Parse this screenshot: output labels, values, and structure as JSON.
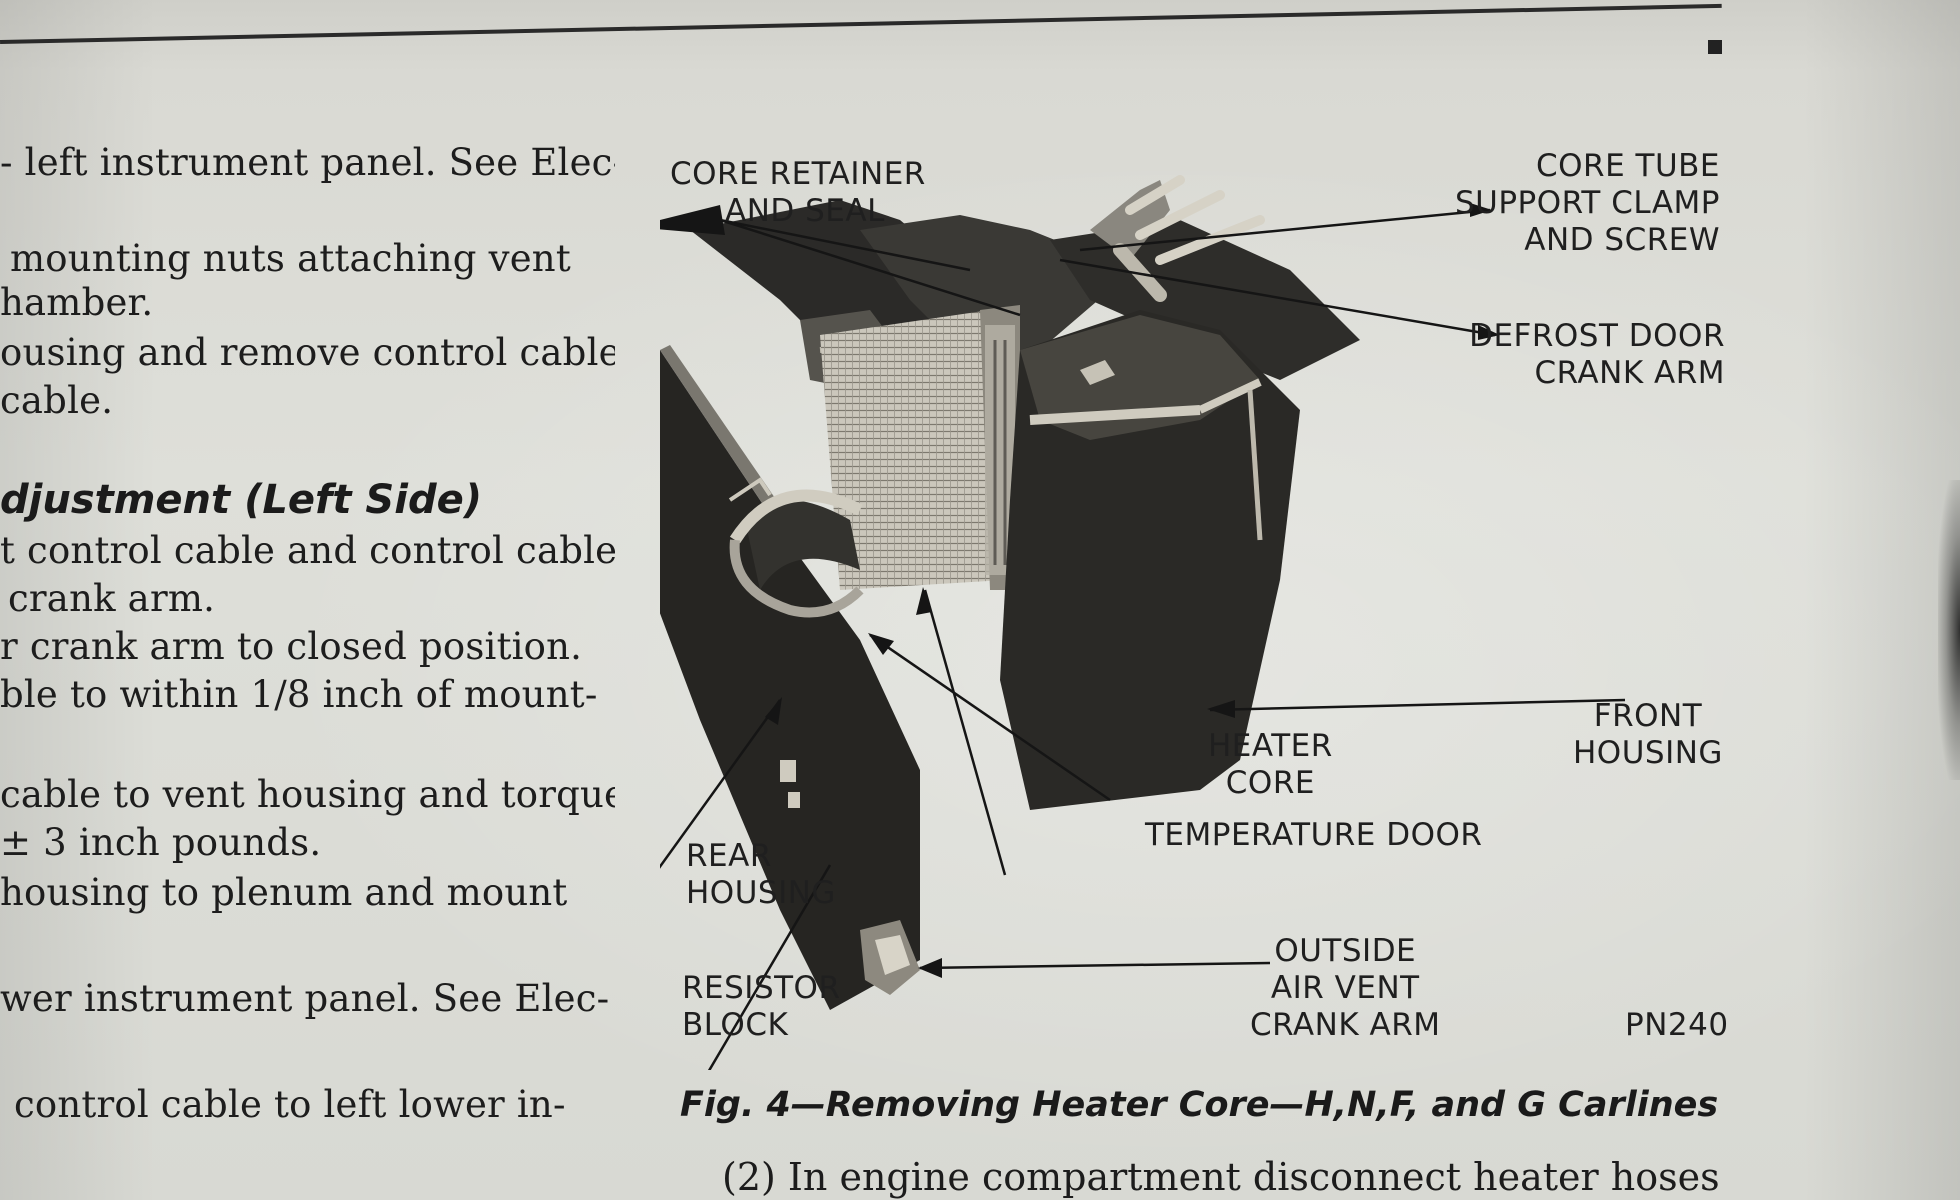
{
  "left_column": {
    "lines": [
      "- left instrument panel. See Elec-",
      "mounting nuts attaching vent",
      "hamber.",
      "ousing and remove control cable",
      "cable.",
      "djustment (Left Side)",
      "t control cable and control cable",
      "crank arm.",
      "r crank arm to closed position.",
      "ble to within 1/8 inch of mount-",
      "cable to vent housing and torque",
      "± 3 inch pounds.",
      "housing to plenum and mount",
      "wer instrument panel. See Elec-",
      "control cable to left lower in-"
    ]
  },
  "figure": {
    "labels": {
      "core_retainer": [
        "CORE RETAINER",
        "AND SEAL"
      ],
      "core_tube": [
        "CORE TUBE",
        "SUPPORT CLAMP",
        "AND SCREW"
      ],
      "defrost_door": [
        "DEFROST DOOR",
        "CRANK ARM"
      ],
      "front_housing": [
        "FRONT",
        "HOUSING"
      ],
      "heater_core": [
        "HEATER",
        "CORE"
      ],
      "temperature_door": [
        "TEMPERATURE DOOR"
      ],
      "rear_housing": [
        "REAR",
        "HOUSING"
      ],
      "resistor_block": [
        "RESISTOR",
        "BLOCK"
      ],
      "outside_air_vent": [
        "OUTSIDE",
        "AIR VENT",
        "CRANK ARM"
      ],
      "part_number": "PN240"
    },
    "caption": "Fig. 4—Removing Heater Core—H,N,F, and G Carlines"
  },
  "body_text": {
    "step": "(2)  In engine compartment disconnect heater hoses"
  }
}
